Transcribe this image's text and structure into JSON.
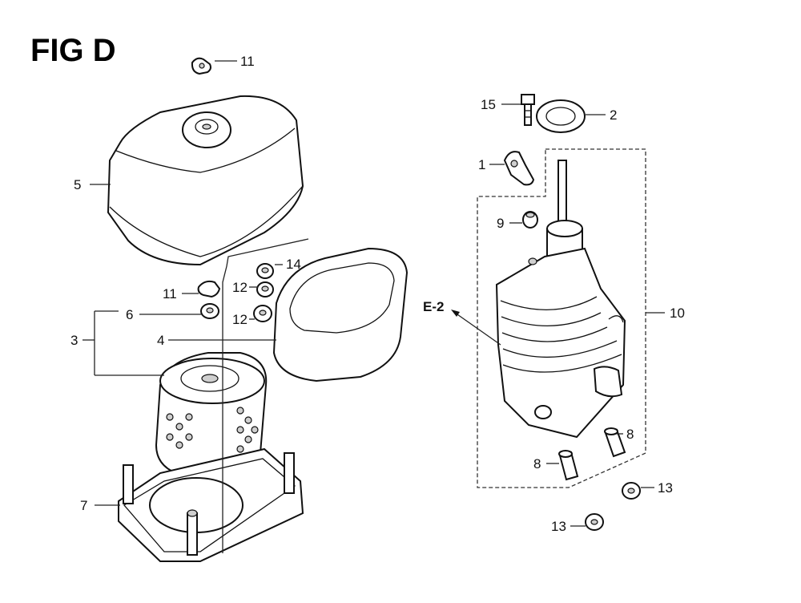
{
  "figure": {
    "title": "FIG D",
    "ref_label": "E-2"
  },
  "callouts": [
    {
      "id": "c11a",
      "label": "11"
    },
    {
      "id": "c5",
      "label": "5"
    },
    {
      "id": "c14",
      "label": "14"
    },
    {
      "id": "c11b",
      "label": "11"
    },
    {
      "id": "c12a",
      "label": "12"
    },
    {
      "id": "c6",
      "label": "6"
    },
    {
      "id": "c12b",
      "label": "12"
    },
    {
      "id": "c3",
      "label": "3"
    },
    {
      "id": "c4",
      "label": "4"
    },
    {
      "id": "c7",
      "label": "7"
    },
    {
      "id": "c15",
      "label": "15"
    },
    {
      "id": "c2",
      "label": "2"
    },
    {
      "id": "c1",
      "label": "1"
    },
    {
      "id": "c9",
      "label": "9"
    },
    {
      "id": "c10",
      "label": "10"
    },
    {
      "id": "c8a",
      "label": "8"
    },
    {
      "id": "c8b",
      "label": "8"
    },
    {
      "id": "c13a",
      "label": "13"
    },
    {
      "id": "c13b",
      "label": "13"
    }
  ]
}
